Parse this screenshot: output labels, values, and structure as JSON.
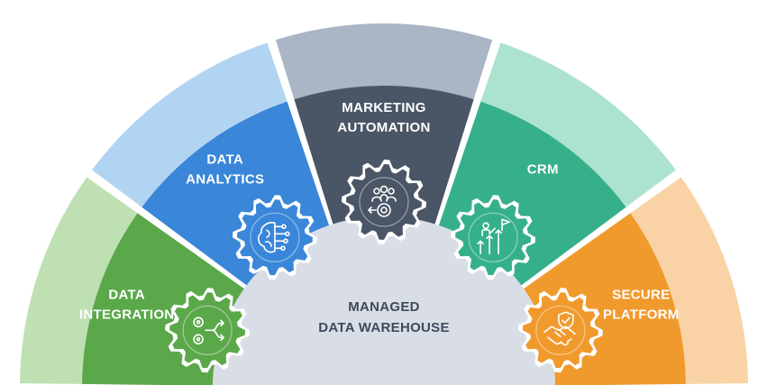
{
  "center": {
    "line1": "MANAGED",
    "line2": "DATA WAREHOUSE",
    "color": "#d9dde6"
  },
  "segments": [
    {
      "key": "data-integration",
      "line1": "DATA",
      "line2": "INTEGRATION",
      "color": "#5ba84a",
      "light_color": "#bfe0b3",
      "icon": "gears-flow-icon"
    },
    {
      "key": "data-analytics",
      "line1": "DATA",
      "line2": "ANALYTICS",
      "color": "#3a86d8",
      "light_color": "#b2d4f3",
      "icon": "brain-circuit-icon"
    },
    {
      "key": "marketing-automation",
      "line1": "MARKETING",
      "line2": "AUTOMATION",
      "color": "#4a5566",
      "light_color": "#aab5c6",
      "icon": "audience-target-icon"
    },
    {
      "key": "crm",
      "line1": "CRM",
      "line2": "",
      "color": "#36b08a",
      "light_color": "#ace3cf",
      "icon": "growth-flag-icon"
    },
    {
      "key": "secure-platform",
      "line1": "SECURE",
      "line2": "PLATFORM",
      "color": "#f09a2e",
      "light_color": "#f9d3a5",
      "icon": "secure-handshake-icon"
    }
  ]
}
